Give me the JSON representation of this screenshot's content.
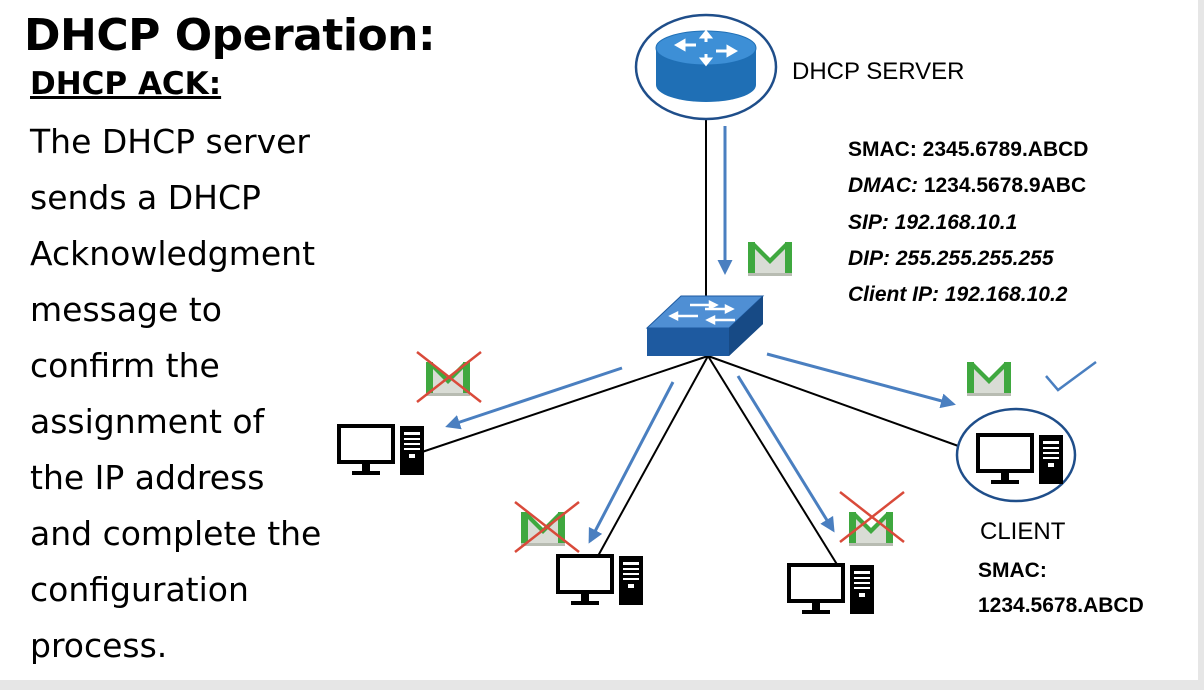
{
  "title": "DHCP Operation:",
  "subtitle": "DHCP ACK:",
  "body_lines": [
    "The DHCP server",
    "sends a DHCP",
    "Acknowledgment",
    "message to",
    "confirm the",
    "assignment of",
    "the IP address",
    "and complete the",
    "configuration",
    "process."
  ],
  "server_label": "DHCP SERVER",
  "frame_info": [
    {
      "key": "SMAC:",
      "value": "2345.6789.ABCD"
    },
    {
      "key": "DMAC:",
      "value": "1234.5678.9ABC"
    },
    {
      "key": "SIP:",
      "value": "192.168.10.1"
    },
    {
      "key": "DIP:",
      "value": "255.255.255.255"
    },
    {
      "key": "Client IP:",
      "value": "192.168.10.2"
    }
  ],
  "client": {
    "label": "CLIENT",
    "smac_key": "SMAC:",
    "smac_value": "1234.5678.ABCD"
  },
  "colors": {
    "router_blue": "#1f6fb5",
    "switch_blue": "#2060a8",
    "arrow_blue": "#4a7fc0",
    "envelope_green": "#3fa83f",
    "cross_red": "#d94a3a"
  },
  "icons": [
    "router-icon",
    "switch-icon",
    "computer-icon",
    "envelope-icon",
    "checkmark-icon",
    "cross-icon"
  ]
}
